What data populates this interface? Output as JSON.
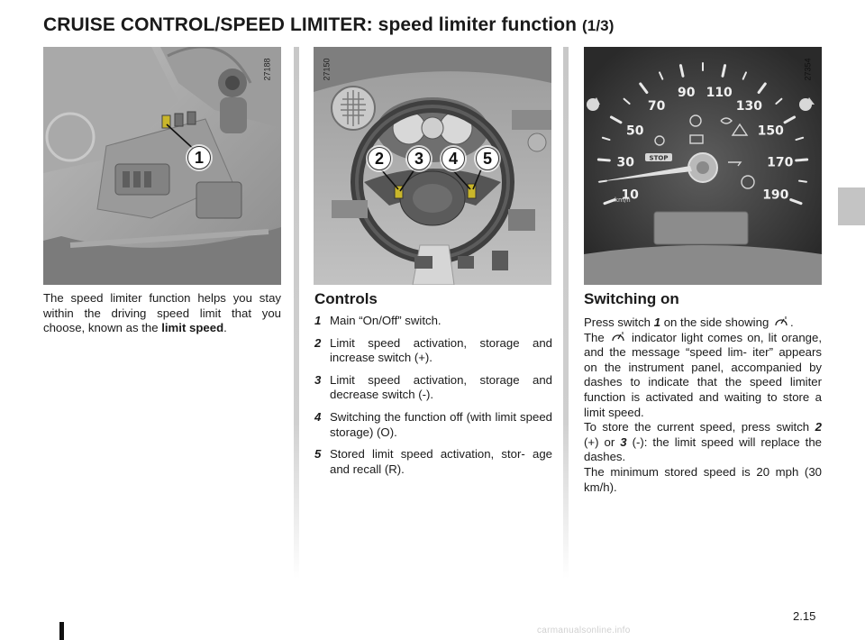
{
  "header": {
    "title_main": "CRUISE CONTROL/SPEED LIMITER: speed limiter function",
    "title_part": "(1/3)"
  },
  "figures": {
    "left": {
      "code": "27188",
      "callouts": [
        "1"
      ]
    },
    "middle": {
      "code": "27150",
      "callouts": [
        "2",
        "3",
        "4",
        "5"
      ]
    },
    "right": {
      "code": "27354",
      "speed_scale": [
        "10",
        "30",
        "50",
        "70",
        "90",
        "110",
        "130",
        "150",
        "170",
        "190"
      ],
      "unit_label": "km/h",
      "stop_label": "STOP"
    }
  },
  "intro": {
    "text": "The speed limiter function helps you stay within the driving speed limit that you choose, known as the",
    "emphasis": "limit speed",
    "end": "."
  },
  "controls": {
    "heading": "Controls",
    "items": [
      {
        "num": "1",
        "text": "Main “On/Off” switch."
      },
      {
        "num": "2",
        "text": "Limit speed activation, storage and increase switch (+)."
      },
      {
        "num": "3",
        "text": "Limit speed activation, storage and decrease switch (-)."
      },
      {
        "num": "4",
        "text": "Switching the function off (with limit speed storage) (O)."
      },
      {
        "num": "5",
        "text": "Stored limit speed activation, stor- age and recall (R)."
      }
    ]
  },
  "switching_on": {
    "heading": "Switching on",
    "p1_a": "Press switch",
    "p1_num": "1",
    "p1_b": "on the side showing",
    "p1_end": ".",
    "p2_a": "The",
    "p2_b": "indicator light comes on, lit orange, and the message “speed lim- iter” appears on the instrument panel, accompanied by dashes to indicate that the speed limiter function is activated and waiting to store a limit speed.",
    "p3_a": "To store the current speed, press switch",
    "p3_n2": "2",
    "p3_b": "(+) or",
    "p3_n3": "3",
    "p3_c": "(-): the limit speed will replace the dashes.",
    "p4": "The minimum stored speed is 20 mph (30 km/h)."
  },
  "footer": {
    "page_number": "2.15",
    "watermark": "carmanualsonline.info"
  }
}
